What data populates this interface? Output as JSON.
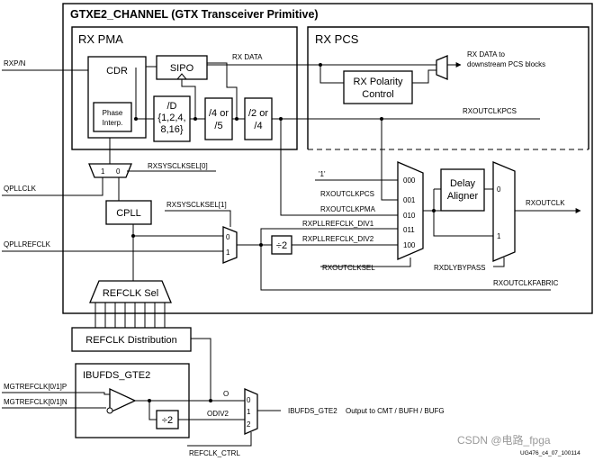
{
  "title": "GTXE2_CHANNEL (GTX Transceiver Primitive)",
  "sections": {
    "rx_pma": "RX PMA",
    "rx_pcs": "RX PCS"
  },
  "blocks": {
    "cdr": "CDR",
    "phase_interp_line1": "Phase",
    "phase_interp_line2": "Interp.",
    "sipo": "SIPO",
    "div_d_line1": "/D",
    "div_d_line2": "{1,2,4,",
    "div_d_line3": "8,16}",
    "div4or5_line1": "/4 or",
    "div4or5_line2": "/5",
    "div2or4_line1": "/2 or",
    "div2or4_line2": "/4",
    "rx_polarity_line1": "RX Polarity",
    "rx_polarity_line2": "Control",
    "cpll": "CPLL",
    "div2_a": "÷2",
    "delay_aligner_line1": "Delay",
    "delay_aligner_line2": "Aligner",
    "refclk_sel": "REFCLK Sel",
    "refclk_distribution": "REFCLK Distribution",
    "ibufds": "IBUFDS_GTE2",
    "div2_b": "÷2"
  },
  "signals": {
    "rxp_n": "RXP/N",
    "rx_data": "RX DATA",
    "rx_data_out_line1": "RX DATA to",
    "rx_data_out_line2": "downstream PCS blocks",
    "rxoutclkpcs": "RXOUTCLKPCS",
    "rxsysclksel0": "RXSYSCLKSEL[0]",
    "qpllclk": "QPLLCLK",
    "qpllrefclk": "QPLLREFCLK",
    "rxsysclksel1": "RXSYSCLKSEL[1]",
    "one_const": "'1'",
    "rxoutclkpcs_in": "RXOUTCLKPCS",
    "rxoutclkpma": "RXOUTCLKPMA",
    "rxpllrefclk_div1": "RXPLLREFCLK_DIV1",
    "rxpllrefclk_div2": "RXPLLREFCLK_DIV2",
    "rxoutclksel": "RXOUTCLKSEL",
    "rxdlybypass": "RXDLYBYPASS",
    "rxoutclk": "RXOUTCLK",
    "rxoutclkfabric": "RXOUTCLKFABRIC",
    "mgtrefclk_p": "MGTREFCLK[0/1]P",
    "mgtrefclk_n": "MGTREFCLK[0/1]N",
    "odiv2": "ODIV2",
    "o_out": "O",
    "ibufds_out": "IBUFDS_GTE2",
    "ibufds_out_desc": "Output to CMT / BUFH / BUFG",
    "refclk_ctrl": "REFCLK_CTRL"
  },
  "mux_inputs": {
    "m1_1": "1",
    "m1_0": "0",
    "m2_0": "0",
    "m2_1": "1",
    "m3_000": "000",
    "m3_001": "001",
    "m3_010": "010",
    "m3_011": "011",
    "m3_100": "100",
    "m4_0": "0",
    "m4_1": "1",
    "m5_0": "0",
    "m5_1": "1",
    "m5_2": "2"
  },
  "footer": {
    "figure_id": "UG476_c4_07_100114",
    "watermark": "CSDN @电路_fpga"
  }
}
